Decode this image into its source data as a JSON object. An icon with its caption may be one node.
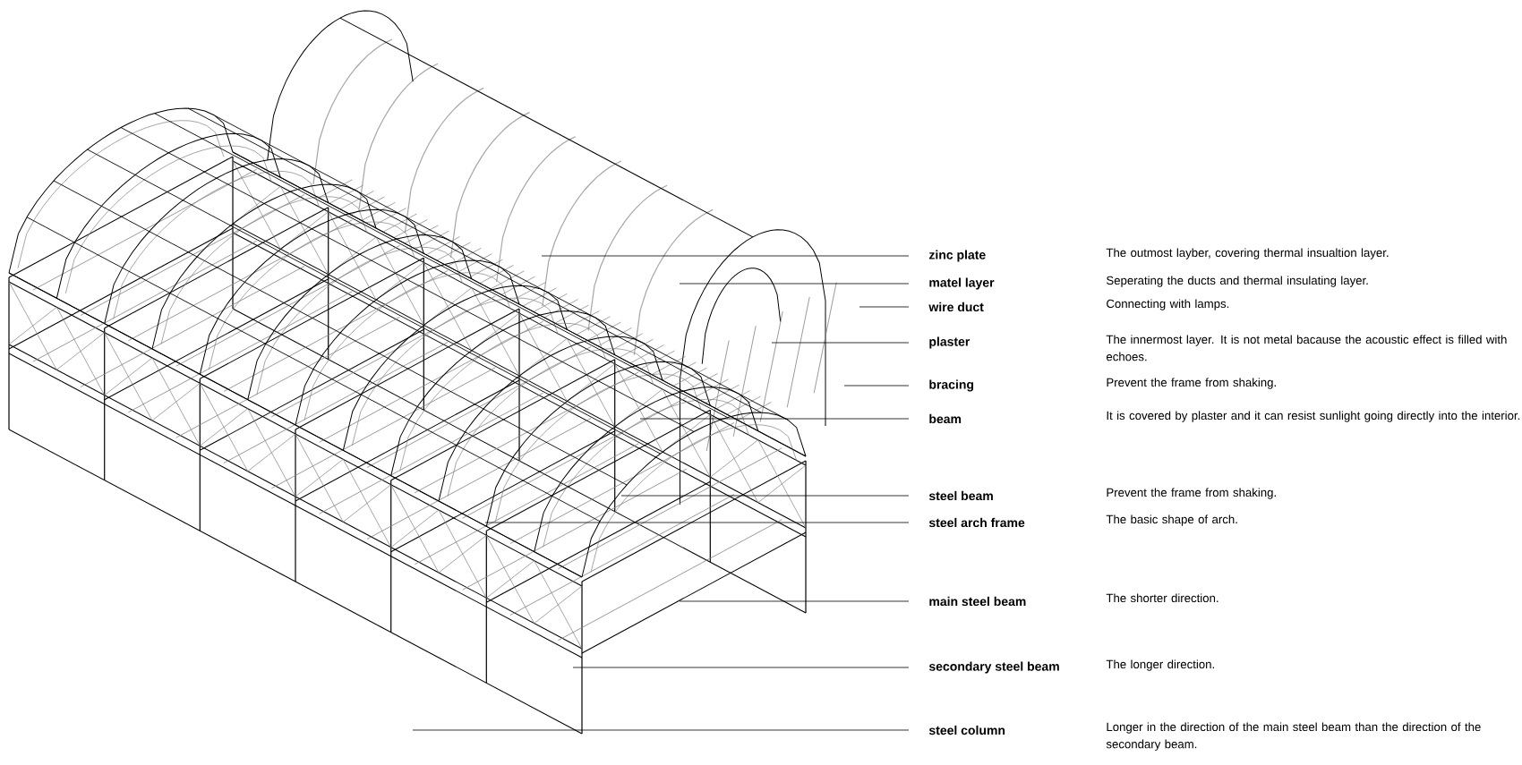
{
  "diagram": {
    "nodes": [
      {
        "text": [
          "zinc plate"
        ]
      },
      {
        "text": [
          "matel layer"
        ]
      },
      {
        "text": [
          "wire duct"
        ]
      },
      {
        "text": [
          "plaster"
        ]
      },
      {
        "text": [
          "bracing"
        ]
      },
      {
        "text": [
          "beam"
        ]
      },
      {
        "text": [
          "steel beam"
        ]
      },
      {
        "text": [
          "steel arch frame"
        ]
      },
      {
        "text": [
          "main steel beam"
        ]
      },
      {
        "text": [
          "secondary steel beam"
        ]
      },
      {
        "text": [
          "steel column"
        ]
      }
    ],
    "edges": [
      {
        "from": 0,
        "to": null,
        "arrow": "none"
      },
      {
        "from": 1,
        "to": null,
        "arrow": "none"
      },
      {
        "from": 2,
        "to": null,
        "arrow": "none"
      },
      {
        "from": 3,
        "to": null,
        "arrow": "none"
      },
      {
        "from": 4,
        "to": null,
        "arrow": "none"
      },
      {
        "from": 5,
        "to": null,
        "arrow": "none"
      },
      {
        "from": 6,
        "to": null,
        "arrow": "none"
      },
      {
        "from": 7,
        "to": null,
        "arrow": "none"
      },
      {
        "from": 8,
        "to": null,
        "arrow": "none"
      },
      {
        "from": 9,
        "to": null,
        "arrow": "none"
      },
      {
        "from": 10,
        "to": null,
        "arrow": "none"
      }
    ],
    "labels": [
      "The outmost layber, covering thermal insualtion layer.",
      "Seperating the ducts and thermal insulating layer.",
      "Connecting with lamps.",
      "The innermost layer. It is not metal bacause the acoustic effect is filled with echoes.",
      "Prevent the frame from shaking.",
      "It is covered by plaster and it can resist sunlight going directly into the interior.",
      "Prevent the frame from shaking.",
      "The basic shape of arch.",
      "The shorter direction.",
      "The longer direction.",
      "Longer in the direction of the main steel beam than the direction of the secondary beam."
    ]
  }
}
